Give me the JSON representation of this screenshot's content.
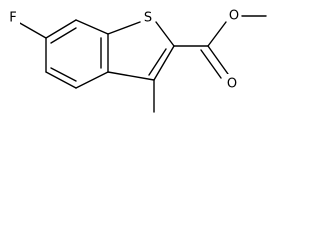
{
  "molecule": {
    "atoms": {
      "fluorine": "F",
      "sulfur": "S",
      "carbonyl_oxygen": "O",
      "ester_oxygen": "O"
    }
  },
  "colors": {
    "bond": "#000000",
    "label": "#000000",
    "background": "#ffffff"
  }
}
